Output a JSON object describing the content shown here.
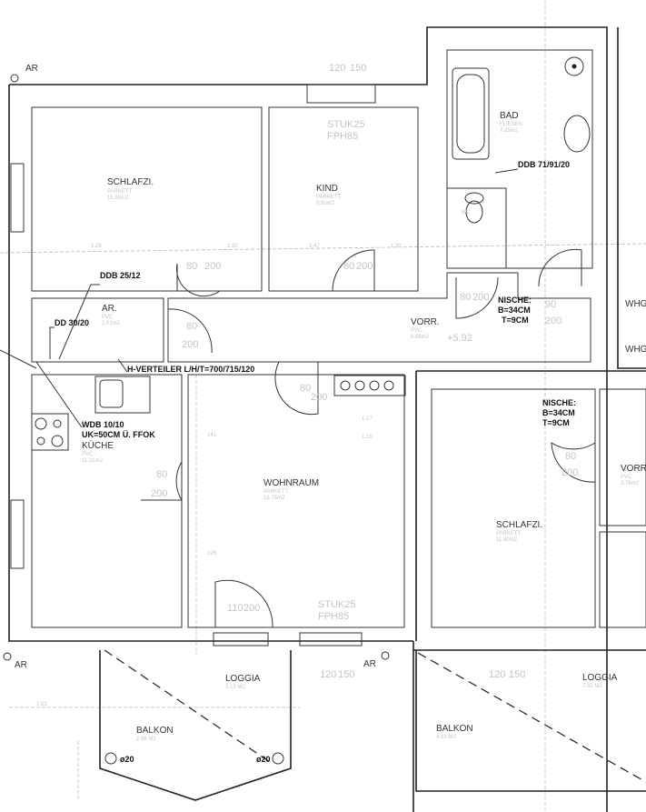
{
  "rooms": {
    "schlafzi": {
      "name": "SCHLAFZI.",
      "floor": "PARKETT",
      "area": "15.80m2"
    },
    "kind": {
      "name": "KIND",
      "floor": "PARKETT",
      "area": "9.50m2"
    },
    "bad": {
      "name": "BAD",
      "floor": "FLIESEN",
      "area": "7.25m2"
    },
    "wc": {
      "name": "WC"
    },
    "ar": {
      "name": "AR.",
      "floor": "PVC",
      "area": "2.01m2"
    },
    "vorr": {
      "name": "VORR.",
      "floor": "PVC",
      "area": "8.88m2"
    },
    "kueche": {
      "name": "KÜCHE",
      "floor": "PVC",
      "area": "11.31m2"
    },
    "wohnraum": {
      "name": "WOHNRAUM",
      "floor": "PARKETT",
      "area": "19.75m2"
    },
    "loggia": {
      "name": "LOGGIA",
      "area": "3.13 M2"
    },
    "balkon": {
      "name": "BALKON",
      "area": "2.96 M2"
    },
    "schlafzi2": {
      "name": "SCHLAFZI.",
      "floor": "PARKETT",
      "area": "11.80m2"
    },
    "vorr2": {
      "name": "VORR",
      "floor": "PVC",
      "area": "3.78m2"
    },
    "loggia2": {
      "name": "LOGGIA",
      "area": "7.92 M2"
    },
    "balkon2": {
      "name": "BALKON",
      "area": "4.83 M2"
    },
    "whg1": "WHG",
    "whg2": "WHG"
  },
  "notes": {
    "ddb_25_12": "DDB 25/12",
    "dd_30_20": "DD 30/20",
    "ddb_71_91_20": "DDB 71/91/20",
    "h_verteiler": "H-VERTEILER L/H/T=700/715/120",
    "wdb_line1": "WDB 10/10",
    "wdb_line2": "UK=50CM Ü. FFOK",
    "nische1": [
      "NISCHE:",
      "B=34CM",
      "T=9CM"
    ],
    "nische2": [
      "NISCHE:",
      "B=34CM",
      "T=9CM"
    ],
    "ar_markers": [
      "AR",
      "AR",
      "AR"
    ],
    "pillar_left": "ø20",
    "pillar_right": "ø20",
    "level": "+5.92",
    "stuk": [
      "STUK25",
      "FPH85"
    ]
  },
  "dimensions": {
    "doors": [
      "80",
      "200",
      "80",
      "200",
      "80",
      "200",
      "80",
      "200",
      "90",
      "200",
      "80",
      "200",
      "80",
      "200",
      "110",
      "200",
      "80",
      "200"
    ],
    "windows": [
      "120",
      "150",
      "120",
      "150",
      "120",
      "150"
    ],
    "misc": [
      "1.28",
      "1.30",
      "1.47",
      "1.30",
      "1.27",
      "1.15",
      "141",
      "226",
      "1.53"
    ]
  }
}
